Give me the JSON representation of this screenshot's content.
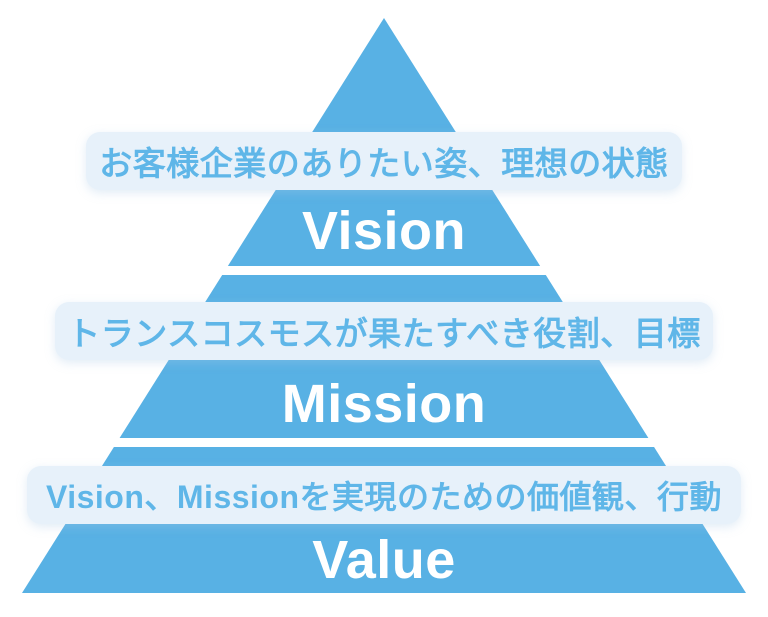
{
  "diagram": {
    "type": "pyramid",
    "colors": {
      "pyramid_fill": "#58B1E4",
      "band_background": "#E7F1FA",
      "band_text": "#5FB6E8",
      "tier_label_text": "#FFFFFF",
      "page_background": "#FFFFFF"
    },
    "tiers": [
      {
        "label": "Vision",
        "description": "お客様企業のありたい姿、理想の状態"
      },
      {
        "label": "Mission",
        "description": "トランスコスモスが果たすべき役割、目標"
      },
      {
        "label": "Value",
        "description": "Vision、Missionを実現のための価値観、行動"
      }
    ]
  }
}
